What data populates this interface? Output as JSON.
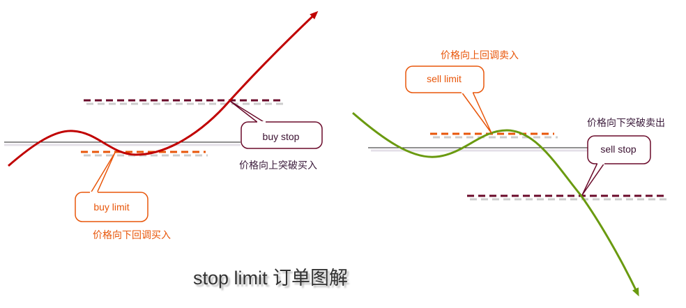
{
  "colors": {
    "buy_curve": "#c00000",
    "sell_curve": "#6a9a10",
    "limit": "#e8560a",
    "stop": "#6a0a2a",
    "baseline": "#222222"
  },
  "buy_panel": {
    "buy_stop_label": "buy stop",
    "buy_stop_caption": "价格向上突破买入",
    "buy_limit_label": "buy limit",
    "buy_limit_caption": "价格向下回调买入"
  },
  "sell_panel": {
    "sell_limit_label": "sell limit",
    "sell_limit_caption": "价格向上回调卖入",
    "sell_stop_label": "sell stop",
    "sell_stop_caption": "价格向下突破卖出"
  },
  "title": "stop limit 订单图解"
}
